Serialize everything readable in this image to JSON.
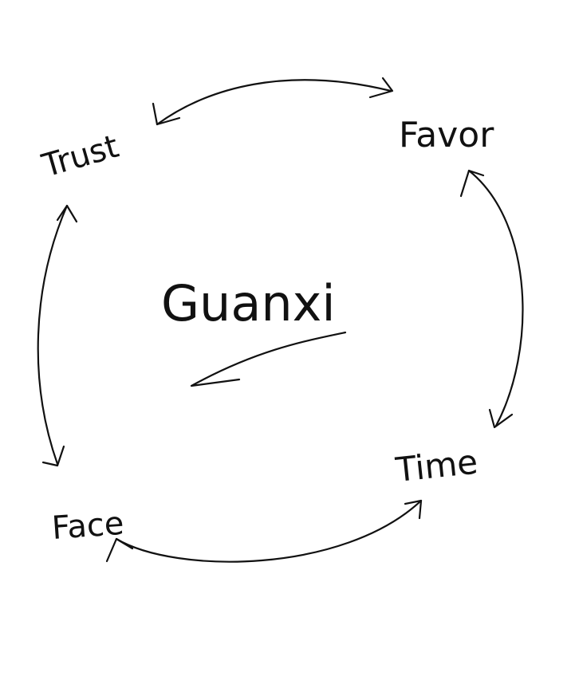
{
  "diagram": {
    "center": {
      "label": "Guanxi"
    },
    "nodes": [
      {
        "id": "trust",
        "label": "Trust"
      },
      {
        "id": "favor",
        "label": "Favor"
      },
      {
        "id": "time",
        "label": "Time"
      },
      {
        "id": "face",
        "label": "Face"
      }
    ],
    "edges": [
      {
        "from": "trust",
        "to": "favor",
        "bidirectional": true
      },
      {
        "from": "favor",
        "to": "time",
        "bidirectional": true
      },
      {
        "from": "time",
        "to": "face",
        "bidirectional": true
      },
      {
        "from": "face",
        "to": "trust",
        "bidirectional": true
      }
    ],
    "colors": {
      "ink": "#111111",
      "background": "#ffffff"
    }
  }
}
